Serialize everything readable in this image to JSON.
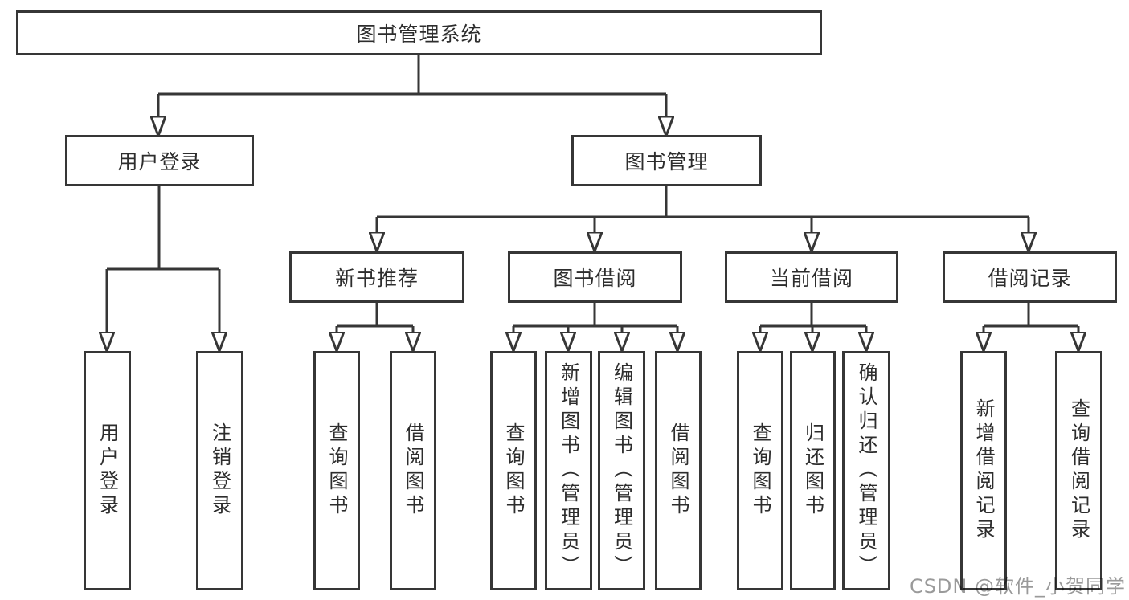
{
  "diagram_title": "图书管理系统",
  "watermark": "CSDN @软件_小贺同学",
  "colors": {
    "line": "#363636",
    "border": "#363636",
    "text": "#2d2d2d",
    "background": "#ffffff",
    "watermark_gray": "#9a9a9a"
  },
  "nodes": {
    "root": {
      "label": "图书管理系统"
    },
    "level2": [
      {
        "label": "用户登录"
      },
      {
        "label": "图书管理"
      }
    ],
    "level3": [
      {
        "label": "新书推荐"
      },
      {
        "label": "图书借阅"
      },
      {
        "label": "当前借阅"
      },
      {
        "label": "借阅记录"
      }
    ],
    "login_children": [
      "用户登录",
      "注销登录"
    ],
    "newbook_children": [
      "查询图书",
      "借阅图书"
    ],
    "borrow_children": [
      "查询图书",
      "新增图书（管理员）",
      "编辑图书（管理员）",
      "借阅图书"
    ],
    "current_children": [
      "查询图书",
      "归还图书",
      "确认归还（管理员）"
    ],
    "record_children": [
      "新增借阅记录",
      "查询借阅记录"
    ]
  },
  "hierarchy": {
    "图书管理系统": {
      "用户登录": [
        "用户登录",
        "注销登录"
      ],
      "图书管理": {
        "新书推荐": [
          "查询图书",
          "借阅图书"
        ],
        "图书借阅": [
          "查询图书",
          "新增图书（管理员）",
          "编辑图书（管理员）",
          "借阅图书"
        ],
        "当前借阅": [
          "查询图书",
          "归还图书",
          "确认归还（管理员）"
        ],
        "借阅记录": [
          "新增借阅记录",
          "查询借阅记录"
        ]
      }
    }
  }
}
